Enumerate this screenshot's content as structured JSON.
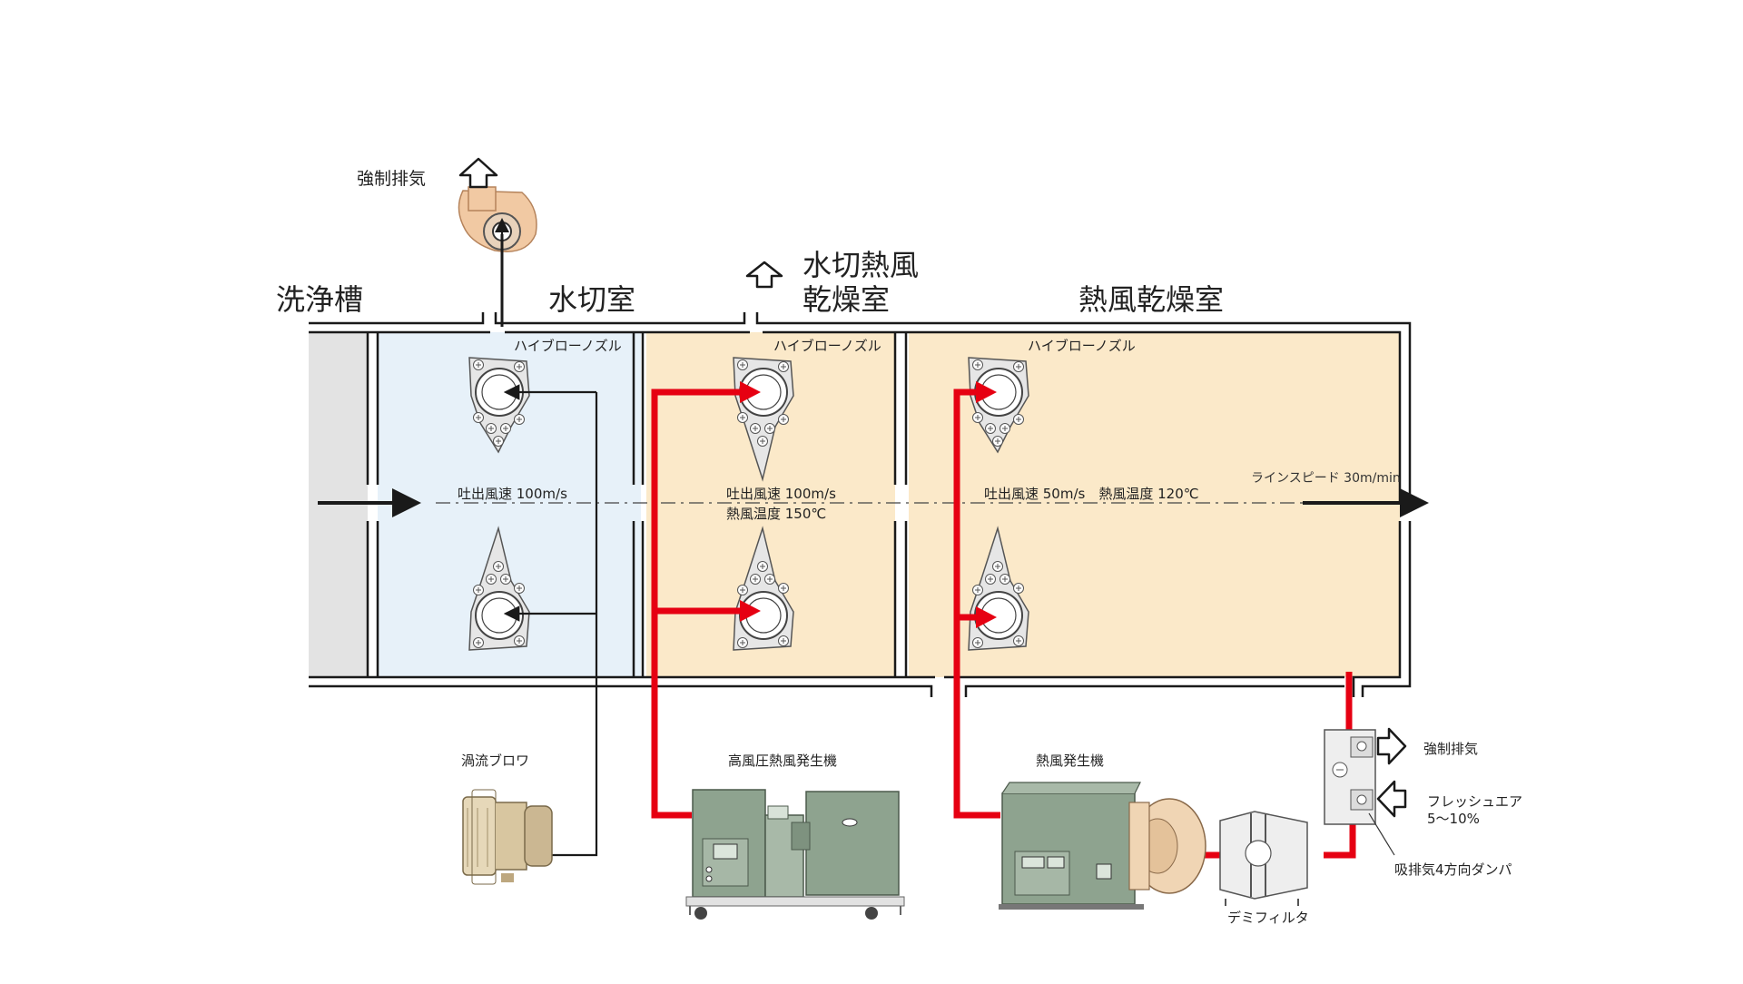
{
  "sections": {
    "wash_tank": "洗浄槽",
    "water_cut_room": "水切室",
    "water_cut_hot_air_line1": "水切熱風",
    "water_cut_hot_air_line2": "乾燥室",
    "hot_air_dry_room": "熱風乾燥室"
  },
  "exhaust": {
    "forced_exhaust_top": "強制排気",
    "forced_exhaust_right": "強制排気"
  },
  "nozzles": {
    "room1": "ハイブローノズル",
    "room2": "ハイブローノズル",
    "room3": "ハイブローノズル"
  },
  "conditions": {
    "room1_speed": "吐出風速 100m/s",
    "room2_speed": "吐出風速 100m/s",
    "room2_temp": "熱風温度 150℃",
    "room3": "吐出風速 50m/s　熱風温度 120℃",
    "line_speed": "ラインスピード 30m/min"
  },
  "equipment": {
    "vortex_blower": "渦流ブロワ",
    "high_pressure_heater": "高風圧熱風発生機",
    "hot_air_generator": "熱風発生機",
    "demister": "デミフィルタ",
    "fresh_air_line1": "フレッシュエア",
    "fresh_air_line2": "5〜10%",
    "damper": "吸排気4方向ダンパ"
  },
  "colors": {
    "wall": "#1a1a1a",
    "wash_fill": "#e3e3e3",
    "cool_room_fill": "#e7f1f9",
    "warm_room_fill": "#fbe9c9",
    "hot_duct": "#e60012",
    "machine_green": "#8ea38f",
    "nozzle_gray": "#e6e6e6"
  }
}
